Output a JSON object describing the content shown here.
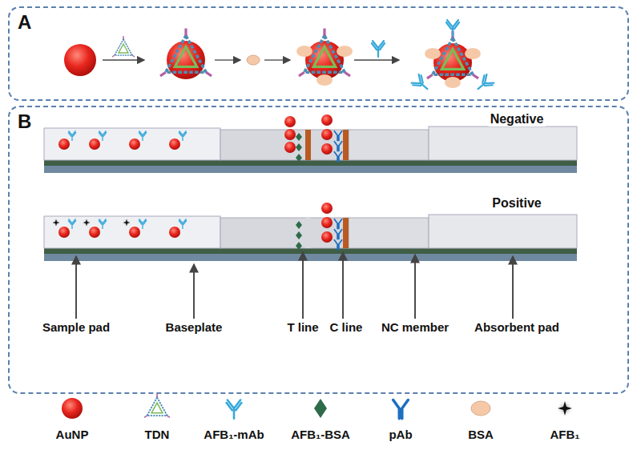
{
  "diagram": {
    "nodes": [
      {
        "text": [
          "A"
        ]
      },
      {
        "text": [
          "B"
        ]
      }
    ],
    "labels": [
      "Negative",
      "Positive",
      "Sample  pad",
      "Baseplate",
      "T line",
      "C line",
      "NC member",
      "Absorbent pad"
    ],
    "legend": [
      {
        "text": "AuNP"
      },
      {
        "text": "TDN"
      },
      {
        "text": "AFB₁-mAb"
      },
      {
        "text": "AFB₁-BSA"
      },
      {
        "text": "pAb"
      },
      {
        "text": "BSA"
      },
      {
        "text": "AFB₁"
      }
    ]
  }
}
